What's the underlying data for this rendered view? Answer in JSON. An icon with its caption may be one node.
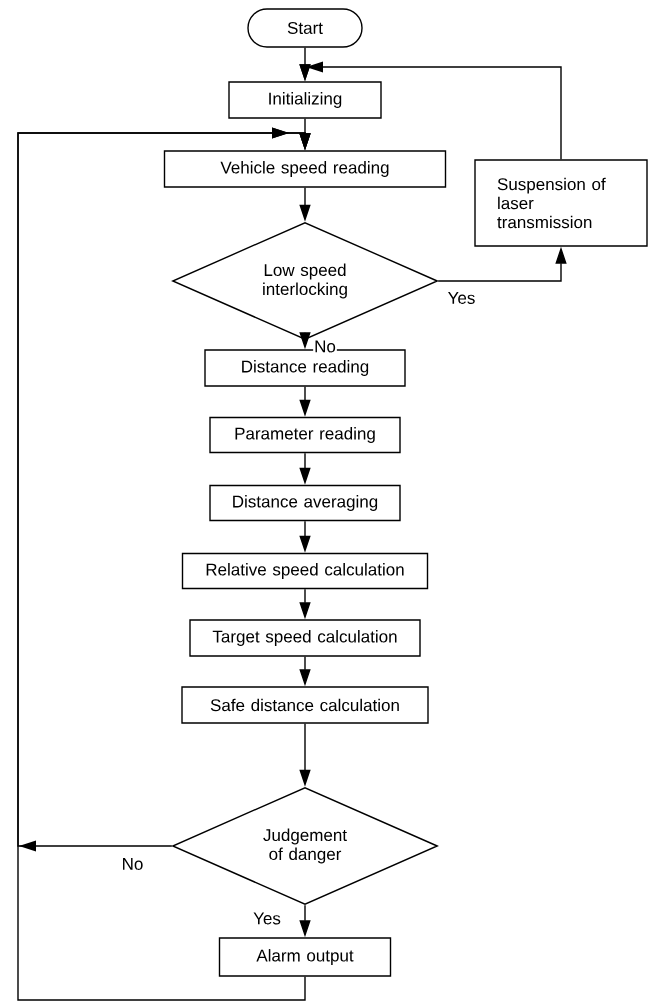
{
  "diagram": {
    "nodes": [
      {
        "text": [
          "Start"
        ]
      },
      {
        "text": [
          "Initializing"
        ]
      },
      {
        "text": [
          "Vehicle speed reading"
        ]
      },
      {
        "text": [
          "Low speed interlocking"
        ]
      },
      {
        "text": [
          "Suspension of laser transmission"
        ]
      },
      {
        "text": [
          "Distance reading"
        ]
      },
      {
        "text": [
          "Parameter reading"
        ]
      },
      {
        "text": [
          "Distance averaging"
        ]
      },
      {
        "text": [
          "Relative speed calculation"
        ]
      },
      {
        "text": [
          "Target speed calculation"
        ]
      },
      {
        "text": [
          "Safe distance calculation"
        ]
      },
      {
        "text": [
          "Judgement of danger"
        ]
      },
      {
        "text": [
          "Alarm output"
        ]
      }
    ],
    "edges": [
      {
        "from": 0,
        "to": 1,
        "arrow": "to"
      },
      {
        "from": 1,
        "to": 2,
        "arrow": "to"
      },
      {
        "from": 2,
        "to": 3,
        "arrow": "to"
      },
      {
        "from": 3,
        "to": 4,
        "arrow": "to",
        "label": "Yes"
      },
      {
        "from": 4,
        "to": 1,
        "arrow": "to"
      },
      {
        "from": 3,
        "to": 5,
        "arrow": "to",
        "label": "No"
      },
      {
        "from": 5,
        "to": 6,
        "arrow": "to"
      },
      {
        "from": 6,
        "to": 7,
        "arrow": "to"
      },
      {
        "from": 7,
        "to": 8,
        "arrow": "to"
      },
      {
        "from": 8,
        "to": 9,
        "arrow": "to"
      },
      {
        "from": 9,
        "to": 10,
        "arrow": "to"
      },
      {
        "from": 10,
        "to": 11,
        "arrow": "to"
      },
      {
        "from": 11,
        "to": 2,
        "arrow": "to",
        "label": "No"
      },
      {
        "from": 11,
        "to": 12,
        "arrow": "to",
        "label": "Yes"
      },
      {
        "from": 12,
        "to": 2,
        "arrow": "to"
      }
    ]
  }
}
